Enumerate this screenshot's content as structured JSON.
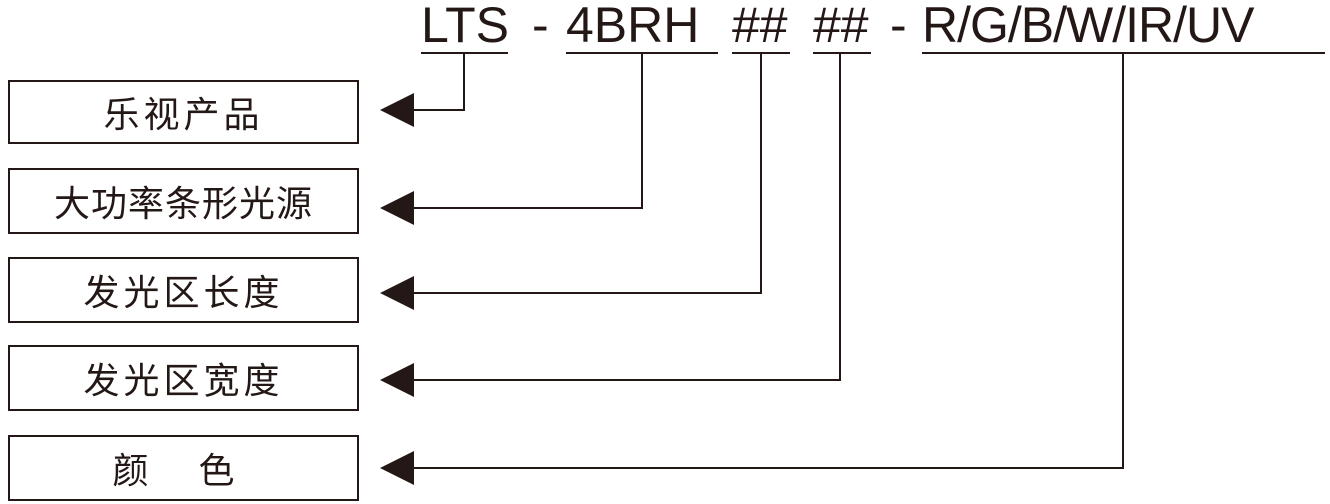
{
  "code": {
    "prefix": "LTS",
    "dash1": "-",
    "series": "4BRH",
    "length": "##",
    "width": "##",
    "dash2": "-",
    "color": "R/G/B/W/IR/UV"
  },
  "labels": [
    {
      "text": "乐视产品"
    },
    {
      "text": "大功率条形光源"
    },
    {
      "text": "发光区长度"
    },
    {
      "text": "发光区宽度"
    },
    {
      "text": "颜 色"
    }
  ]
}
